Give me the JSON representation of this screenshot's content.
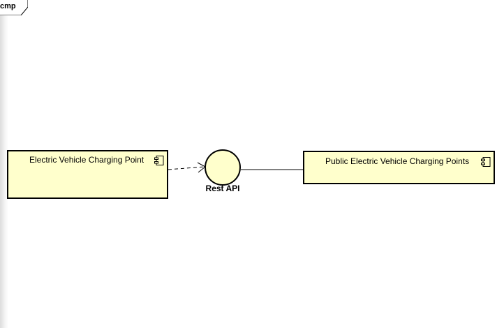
{
  "diagram": {
    "frame_label": "cmp",
    "fill_color": "#ffffcc",
    "stroke_color": "#000000",
    "components": [
      {
        "name": "Electric Vehicle Charging Point",
        "icon": "uml-component-icon"
      },
      {
        "name": "Public Electric Vehicle Charging Points",
        "icon": "uml-component-icon"
      }
    ],
    "interface": {
      "name": "Rest API",
      "shape": "lollipop-circle"
    },
    "connections": [
      {
        "from": "Electric Vehicle Charging Point",
        "to": "Rest API",
        "kind": "dependency (dashed, open arrow)"
      },
      {
        "from": "Rest API",
        "to": "Public Electric Vehicle Charging Points",
        "kind": "realization (solid line)"
      }
    ]
  }
}
